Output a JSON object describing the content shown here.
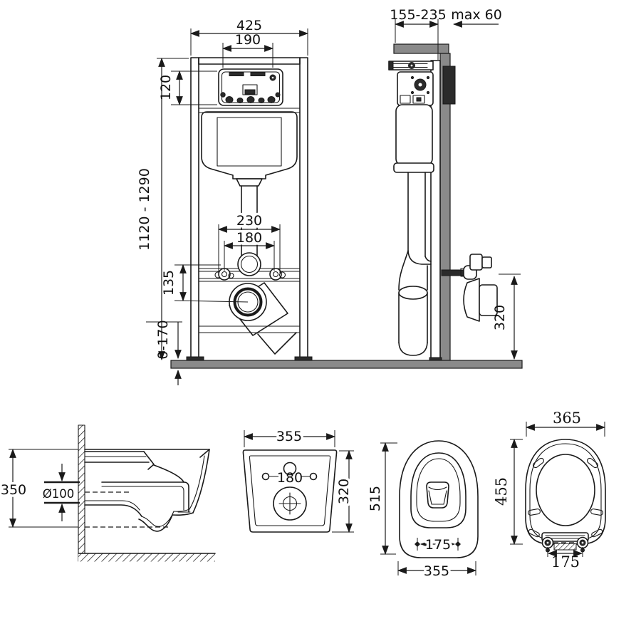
{
  "diagram": {
    "frame_front": {
      "total_width": "425",
      "panel_width": "190",
      "panel_height": "120",
      "install_height": "1120 - 1290",
      "fixing_spread": "230",
      "fixing_spacing": "180",
      "outlet_drop": "135",
      "floor_clearance": "0-170"
    },
    "frame_side": {
      "depth_range": "155-235",
      "max_wall": "max 60",
      "outlet_height": "320"
    },
    "bowl_side": {
      "mount_height": "350",
      "outlet_diameter": "Ø100"
    },
    "bowl_back": {
      "width": "355",
      "hole_spacing": "180",
      "height": "320"
    },
    "bowl_top": {
      "length": "515",
      "fixing_spacing": "175",
      "width": "355"
    },
    "seat_top": {
      "width": "365",
      "length": "455",
      "hinge_spacing": "175"
    },
    "colors": {
      "line": "#1a1a1a",
      "steel": "#8a8a8a",
      "bracket": "#2b2b2b",
      "bg": "#ffffff"
    }
  }
}
